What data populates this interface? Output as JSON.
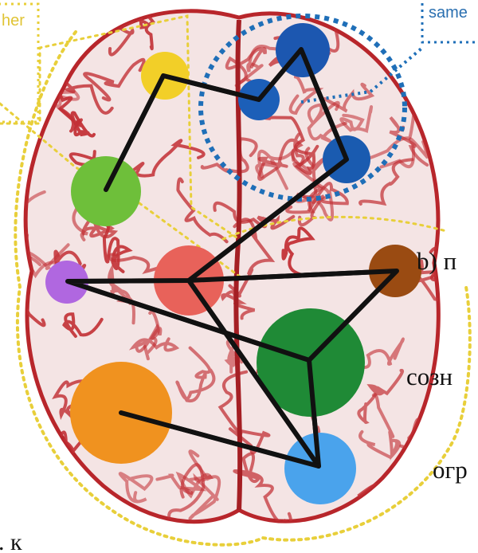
{
  "labels": {
    "top_left_fragment": "her",
    "top_right_box": "same",
    "b_item_fragment": "b) п",
    "line2_fragment": "созн",
    "line3_fragment": "огр",
    "bottom_left_fragment": ". к"
  },
  "colors": {
    "background": "#ffffff",
    "brain_fill": "#f4e4e4",
    "brain_stroke": "#b8262b",
    "gyri": "#c23035",
    "dotted_yellow": "#e8cf3a",
    "dotted_blue": "#1f6fb8",
    "network_line": "#111111",
    "nodes": {
      "yellow": "#f2cf28",
      "light_green": "#6ebf3a",
      "purple": "#b067e0",
      "salmon": "#e8625a",
      "brown": "#9a4b12",
      "dark_green": "#1f8a36",
      "orange": "#f0921f",
      "light_blue": "#4aa3ec",
      "blue_top": "#1c57b0",
      "blue_mid": "#1c5fb8",
      "blue_right": "#1a5bb0"
    }
  },
  "nodes": [
    {
      "id": "blue-top-node",
      "color_key": "blue_top"
    },
    {
      "id": "blue-mid-node",
      "color_key": "blue_mid"
    },
    {
      "id": "blue-right-node",
      "color_key": "blue_right"
    },
    {
      "id": "yellow-node",
      "color_key": "yellow"
    },
    {
      "id": "light-green-node",
      "color_key": "light_green"
    },
    {
      "id": "purple-node",
      "color_key": "purple"
    },
    {
      "id": "salmon-node",
      "color_key": "salmon"
    },
    {
      "id": "brown-node",
      "color_key": "brown"
    },
    {
      "id": "dark-green-node",
      "color_key": "dark_green"
    },
    {
      "id": "orange-node",
      "color_key": "orange"
    },
    {
      "id": "light-blue-node",
      "color_key": "light_blue"
    }
  ]
}
